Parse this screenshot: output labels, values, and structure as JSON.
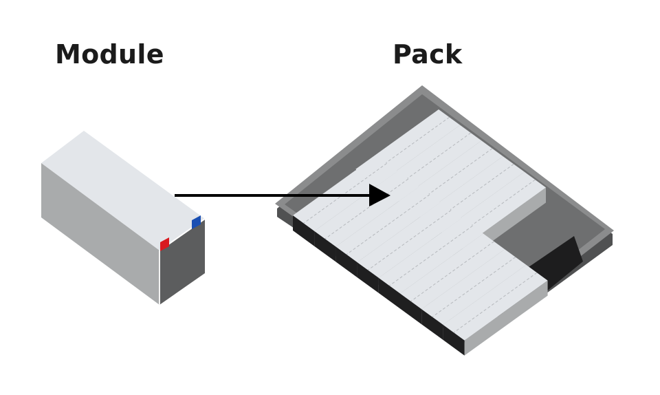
{
  "labels": {
    "module": "Module",
    "pack": "Pack"
  },
  "colors": {
    "cell_top": "#e3e6ea",
    "cell_left_side": "#a9abac",
    "cell_front": "#5c5d5e",
    "terminal_positive": "#d91a1f",
    "terminal_negative": "#1a4fb3",
    "tray_top": "#6e6f70",
    "tray_rim": "#8b8c8d",
    "tray_edge": "#505152",
    "cell_end": "#1f1f20",
    "arrow": "#000000"
  },
  "pack": {
    "rows": [
      {
        "modules": 8
      },
      {
        "modules": 5
      }
    ]
  }
}
